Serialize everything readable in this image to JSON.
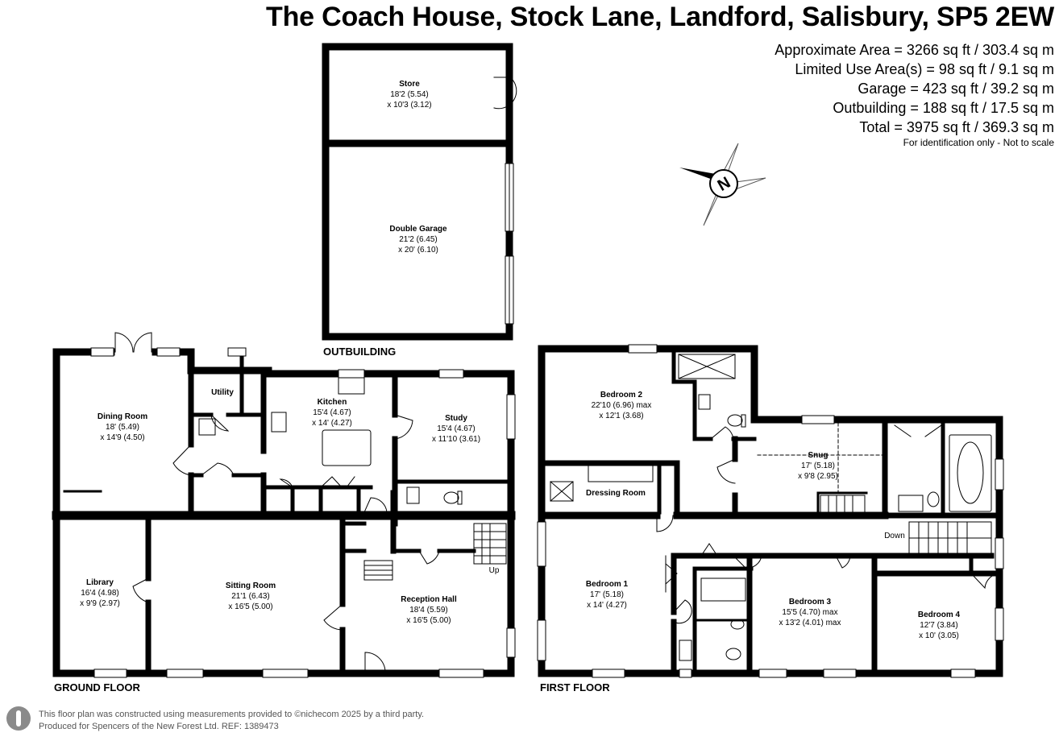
{
  "header": {
    "title": "The Coach House, Stock Lane, Landford, Salisbury, SP5 2EW",
    "areas": [
      "Approximate Area = 3266 sq ft / 303.4 sq m",
      "Limited Use Area(s) = 98 sq ft / 9.1 sq m",
      "Garage = 423 sq ft / 39.2 sq m",
      "Outbuilding = 188 sq ft / 17.5 sq m",
      "Total = 3975 sq ft / 369.3 sq m"
    ],
    "disclaimer": "For identification only - Not to scale"
  },
  "compass": {
    "label": "N",
    "icon": "compass-icon"
  },
  "floors": {
    "outbuilding": "OUTBUILDING",
    "ground": "GROUND FLOOR",
    "first": "FIRST FLOOR"
  },
  "rooms": {
    "store": {
      "name": "Store",
      "dim1": "18'2 (5.54)",
      "dim2": "x 10'3 (3.12)"
    },
    "garage": {
      "name": "Double Garage",
      "dim1": "21'2 (6.45)",
      "dim2": "x 20' (6.10)"
    },
    "dining": {
      "name": "Dining Room",
      "dim1": "18' (5.49)",
      "dim2": "x 14'9 (4.50)"
    },
    "utility": {
      "name": "Utility"
    },
    "kitchen": {
      "name": "Kitchen",
      "dim1": "15'4 (4.67)",
      "dim2": "x 14' (4.27)"
    },
    "study": {
      "name": "Study",
      "dim1": "15'4 (4.67)",
      "dim2": "x 11'10 (3.61)"
    },
    "library": {
      "name": "Library",
      "dim1": "16'4 (4.98)",
      "dim2": "x 9'9 (2.97)"
    },
    "sitting": {
      "name": "Sitting Room",
      "dim1": "21'1 (6.43)",
      "dim2": "x 16'5 (5.00)"
    },
    "reception": {
      "name": "Reception Hall",
      "dim1": "18'4 (5.59)",
      "dim2": "x 16'5 (5.00)"
    },
    "bedroom2": {
      "name": "Bedroom 2",
      "dim1": "22'10 (6.96) max",
      "dim2": "x 12'1 (3.68)"
    },
    "dressing": {
      "name": "Dressing Room"
    },
    "snug": {
      "name": "Snug",
      "dim1": "17' (5.18)",
      "dim2": "x 9'8 (2.95)"
    },
    "bedroom1": {
      "name": "Bedroom 1",
      "dim1": "17' (5.18)",
      "dim2": "x 14' (4.27)"
    },
    "bedroom3": {
      "name": "Bedroom 3",
      "dim1": "15'5 (4.70) max",
      "dim2": "x 13'2 (4.01) max"
    },
    "bedroom4": {
      "name": "Bedroom 4",
      "dim1": "12'7 (3.84)",
      "dim2": "x 10' (3.05)"
    }
  },
  "stairs": {
    "up": "Up",
    "down": "Down"
  },
  "footer": {
    "line1": "This floor plan was constructed using measurements provided to ©nichecom 2025 by a third party.",
    "line2": "Produced for Spencers of the New Forest Ltd.     REF: 1389473"
  }
}
